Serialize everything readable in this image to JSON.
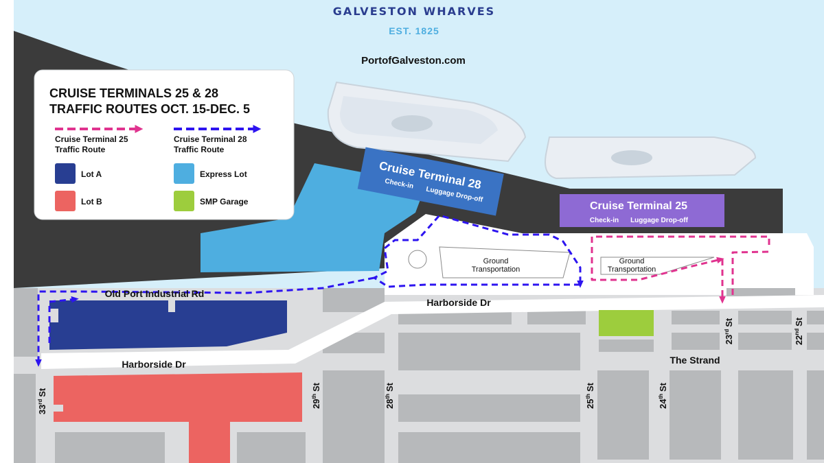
{
  "header": {
    "title": "GALVESTON WHARVES",
    "established": "EST. 1825",
    "website": "PortofGalveston.com"
  },
  "legend": {
    "title_line1": "CRUISE TERMINALS 25 & 28",
    "title_line2": "TRAFFIC ROUTES OCT. 15-DEC. 5",
    "routes": [
      {
        "line1": "Cruise Terminal 25",
        "line2": "Traffic Route",
        "color": "#e0338f"
      },
      {
        "line1": "Cruise Terminal 28",
        "line2": "Traffic Route",
        "color": "#2d14f0"
      }
    ],
    "lots": [
      {
        "label": "Lot A",
        "color": "#283e92"
      },
      {
        "label": "Express Lot",
        "color": "#4eaee0"
      },
      {
        "label": "Lot B",
        "color": "#ec6461"
      },
      {
        "label": "SMP Garage",
        "color": "#9dcd3d"
      }
    ]
  },
  "terminals": {
    "t28": {
      "name": "Cruise Terminal 28",
      "checkin": "Check-in",
      "luggage": "Luggage Drop-off",
      "color": "#3a73c4"
    },
    "t25": {
      "name": "Cruise Terminal 25",
      "checkin": "Check-in",
      "luggage": "Luggage Drop-off",
      "color": "#8e6ad4"
    }
  },
  "ground_transportation": {
    "line1": "Ground",
    "line2": "Transportation"
  },
  "streets": {
    "old_port": "Old Port Industrial Rd",
    "harborside": "Harborside Dr",
    "strand": "The Strand",
    "numbered": [
      {
        "num": "33",
        "suffix": "rd",
        "word": "St"
      },
      {
        "num": "29",
        "suffix": "th",
        "word": "St"
      },
      {
        "num": "28",
        "suffix": "th",
        "word": "St"
      },
      {
        "num": "25",
        "suffix": "th",
        "word": "St"
      },
      {
        "num": "24",
        "suffix": "th",
        "word": "St"
      },
      {
        "num": "23",
        "suffix": "rd",
        "word": "St"
      },
      {
        "num": "22",
        "suffix": "nd",
        "word": "St"
      }
    ]
  },
  "colors": {
    "water": "#d6effa",
    "pier": "#3b3b3b",
    "block": "#b7b9bb",
    "road": "#ffffff"
  }
}
